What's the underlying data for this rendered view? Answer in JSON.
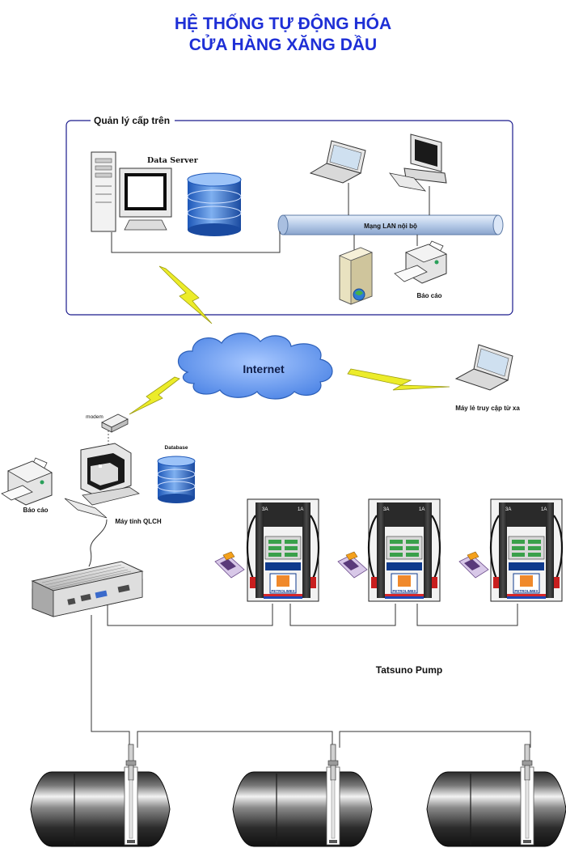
{
  "title": {
    "line1": "HỆ THỐNG TỰ ĐỘNG HÓA",
    "line2": "CỬA HÀNG XĂNG DẦU"
  },
  "upper_group": {
    "label": "Quản lý cấp trên",
    "data_server_label": "Data Server",
    "lan_label": "Mạng LAN nội bộ",
    "report_label": "Báo cáo"
  },
  "internet_label": "Internet",
  "remote_label": "Máy lẻ truy cập từ xa",
  "store": {
    "modem_label": "modem",
    "database_label": "Database",
    "report_label": "Báo cáo",
    "pc_label": "Máy tính QLCH"
  },
  "pumps": {
    "label": "Tatsuno Pump",
    "nozzle_left": "3A",
    "nozzle_right": "1A",
    "brand": "PETROLIMEX",
    "count": 3
  },
  "tanks": {
    "count": 3
  },
  "colors": {
    "title": "#1e2fd6",
    "frame": "#1a1a8c",
    "cloud": "#6aa2f0",
    "lightning": "#e8e81a",
    "pipe": "#c9daf2"
  }
}
